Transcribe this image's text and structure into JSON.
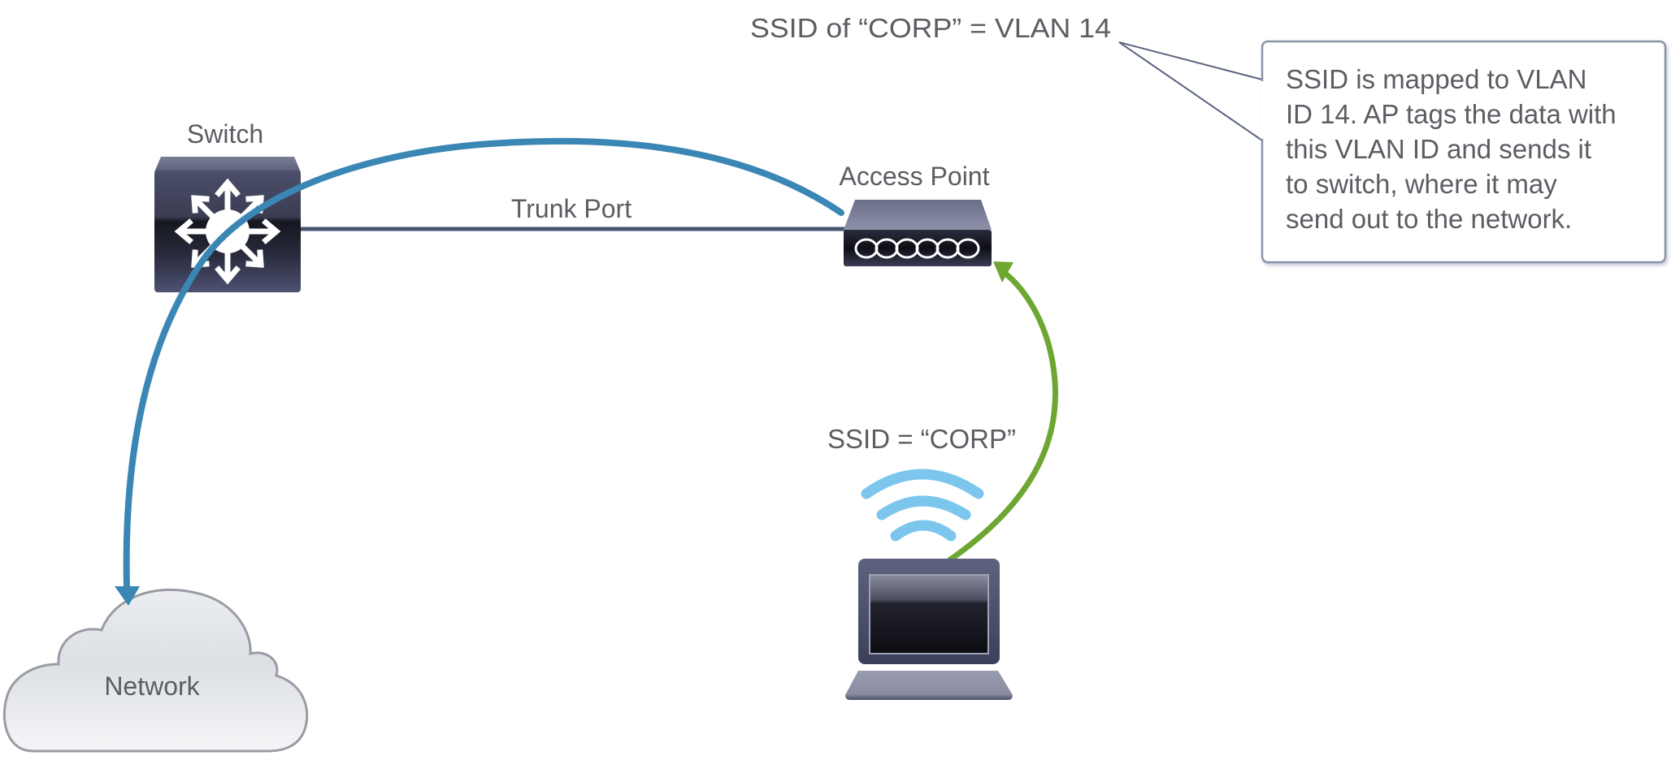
{
  "title": "SSID to VLAN mapping diagram",
  "nodes": {
    "switch": {
      "label": "Switch",
      "icon": "layer3-switch-icon"
    },
    "access_point": {
      "label": "Access Point",
      "icon": "access-point-icon"
    },
    "network": {
      "label": "Network",
      "icon": "cloud-icon"
    },
    "client": {
      "label": "",
      "icon": "laptop-icon"
    }
  },
  "links": {
    "trunk": {
      "label": "Trunk Port",
      "from": "Switch",
      "to": "Access Point"
    },
    "wireless": {
      "label": "SSID = “CORP”",
      "from": "Laptop",
      "to": "Access Point"
    },
    "data_flow": {
      "from": "Access Point",
      "via": "Switch",
      "to": "Network"
    }
  },
  "annotations": {
    "mapping_label": "SSID of “CORP” = VLAN 14",
    "callout_lines": [
      "SSID is mapped to VLAN",
      "ID 14. AP tags the data with",
      "this VLAN ID and sends it",
      "to switch, where it may",
      "send out to the network."
    ]
  },
  "colors": {
    "data_flow_arrow": "#3a86b4",
    "wireless_arrow": "#6ea632",
    "trunk_line": "#4a5370",
    "wifi_signal": "#7cc6ee",
    "device_body": "#3e4159",
    "label_text": "#5b5d63",
    "callout_border": "#8a93a8"
  }
}
